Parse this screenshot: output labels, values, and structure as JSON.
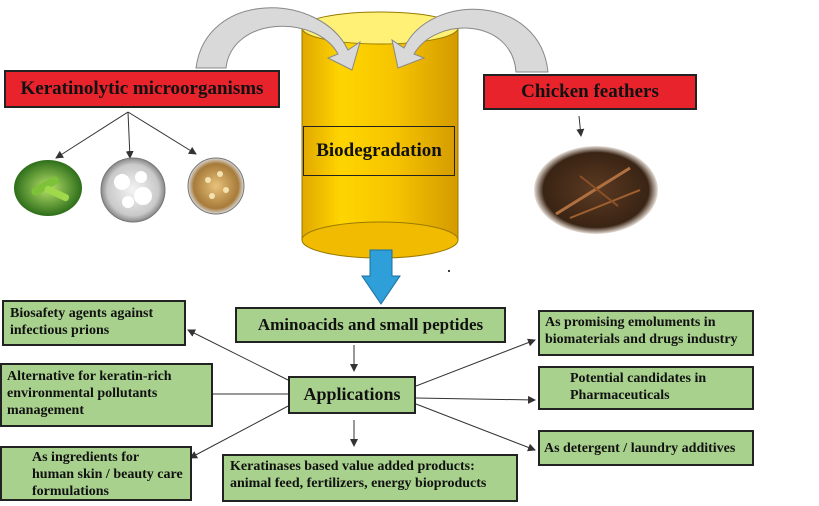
{
  "source": {
    "microorganisms": "Keratinolytic microorganisms",
    "feathers": "Chicken feathers"
  },
  "process": {
    "label": "Biodegradation",
    "output": "Aminoacids and small peptides"
  },
  "hub": "Applications",
  "applications": {
    "prions": "Biosafety agents against infectious prions",
    "pollutants": "Alternative for keratin-rich environmental pollutants management",
    "cosmetics": "As ingredients for human skin / beauty care formulations",
    "products_line1": "Keratinases based value added products:",
    "products_line2": "animal feed, fertilizers, energy bioproducts",
    "biomaterials": "As promising emoluments in biomaterials and drugs industry",
    "pharma": "Potential candidates in Pharmaceuticals",
    "detergent": "As detergent / laundry additives"
  },
  "colors": {
    "source_box": "#e8232c",
    "application_box": "#a9d18e",
    "cylinder": "#f5c400",
    "down_arrow": "#2e9fd8",
    "curved_arrow": "#d9d9d9"
  }
}
